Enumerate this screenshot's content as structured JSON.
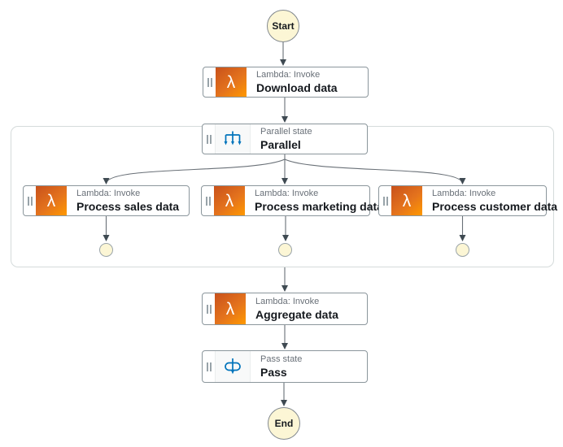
{
  "workflow": {
    "start_label": "Start",
    "end_label": "End",
    "nodes": [
      {
        "id": "download-data",
        "type": "Lambda: Invoke",
        "name": "Download data",
        "icon": "lambda"
      },
      {
        "id": "parallel",
        "type": "Parallel state",
        "name": "Parallel",
        "icon": "parallel"
      },
      {
        "id": "process-sales-data",
        "type": "Lambda: Invoke",
        "name": "Process sales data",
        "icon": "lambda"
      },
      {
        "id": "process-marketing-data",
        "type": "Lambda: Invoke",
        "name": "Process marketing data",
        "icon": "lambda"
      },
      {
        "id": "process-customer-data",
        "type": "Lambda: Invoke",
        "name": "Process customer data",
        "icon": "lambda"
      },
      {
        "id": "aggregate-data",
        "type": "Lambda: Invoke",
        "name": "Aggregate data",
        "icon": "lambda"
      },
      {
        "id": "pass",
        "type": "Pass state",
        "name": "Pass",
        "icon": "pass"
      }
    ],
    "parallel_branch_count": 3
  },
  "icons": {
    "lambda_glyph": "λ"
  },
  "colors": {
    "lambda_gradient_start": "#C8511B",
    "lambda_gradient_end": "#FF9900",
    "state_icon_blue": "#0073BB",
    "terminal_fill": "#FCF6D5",
    "edge_gray": "#697077",
    "arrowhead": "#3F4A52",
    "node_border": "#8B969C",
    "container_border": "#D5DBDB"
  }
}
